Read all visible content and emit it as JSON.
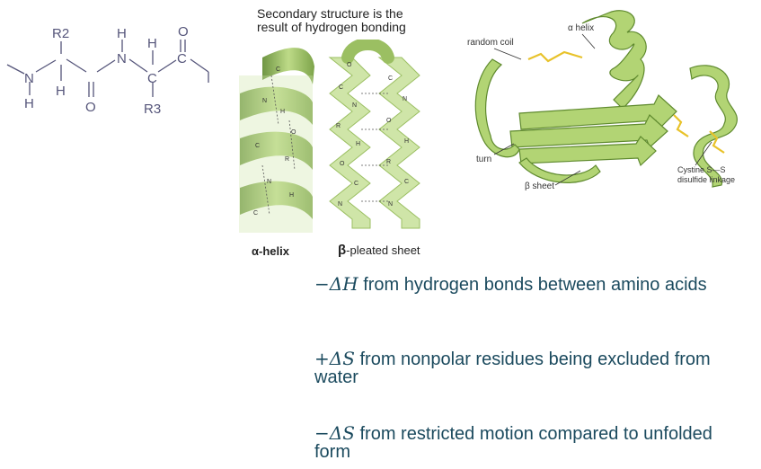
{
  "peptide": {
    "r2": "R2",
    "r3": "R3",
    "atoms": {
      "n": "N",
      "h": "H",
      "o": "O",
      "c": "C"
    }
  },
  "secondary": {
    "title_line1": "Secondary structure is the",
    "title_line2": "result of hydrogen bonding",
    "helix_label": "α-helix",
    "sheet_label_prefix": "β",
    "sheet_label_rest": "-pleated sheet",
    "atoms": [
      "C",
      "O",
      "N",
      "H",
      "R"
    ]
  },
  "tertiary": {
    "random_coil": "random coil",
    "alpha_helix": "α helix",
    "turn": "turn",
    "beta_sheet": "β sheet",
    "disulfide_line1": "Cystine S—S",
    "disulfide_line2": "disulfide linkage"
  },
  "bullets": [
    {
      "op": "−",
      "sym": "ΔH",
      "text": " from hydrogen bonds between amino acids"
    },
    {
      "op": "+",
      "sym": "ΔS",
      "text": " from nonpolar residues being excluded from water"
    },
    {
      "op": "−",
      "sym": "ΔS",
      "text": " from restricted motion compared to unfolded form"
    }
  ],
  "colors": {
    "text": "#1b4a5e",
    "ribbon": "#a8cd6a",
    "ribbon_dark": "#5f8a2e",
    "ribbon_light": "#dcecc0",
    "disulfide": "#e8c22a",
    "structure_line": "#4a4a6a"
  }
}
